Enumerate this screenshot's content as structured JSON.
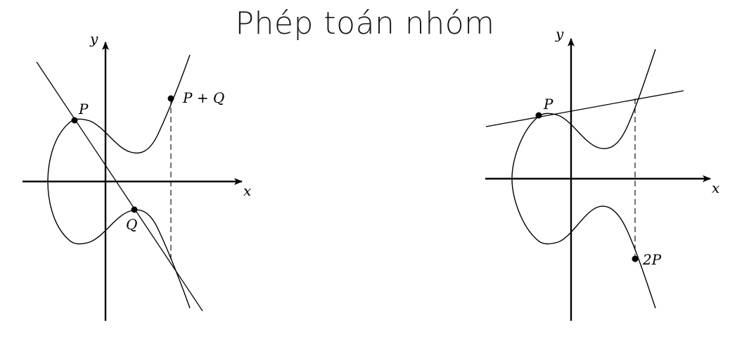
{
  "title": "Phép toán nhóm",
  "left_diagram": {
    "axis_x": "x",
    "axis_y": "y",
    "point_p": "P",
    "point_q": "Q",
    "point_sum": "P + Q"
  },
  "right_diagram": {
    "axis_x": "x",
    "axis_y": "y",
    "point_p": "P",
    "point_double": "2P"
  },
  "colors": {
    "ink": "#000000",
    "title": "#1a1a1a",
    "background": "#ffffff"
  }
}
